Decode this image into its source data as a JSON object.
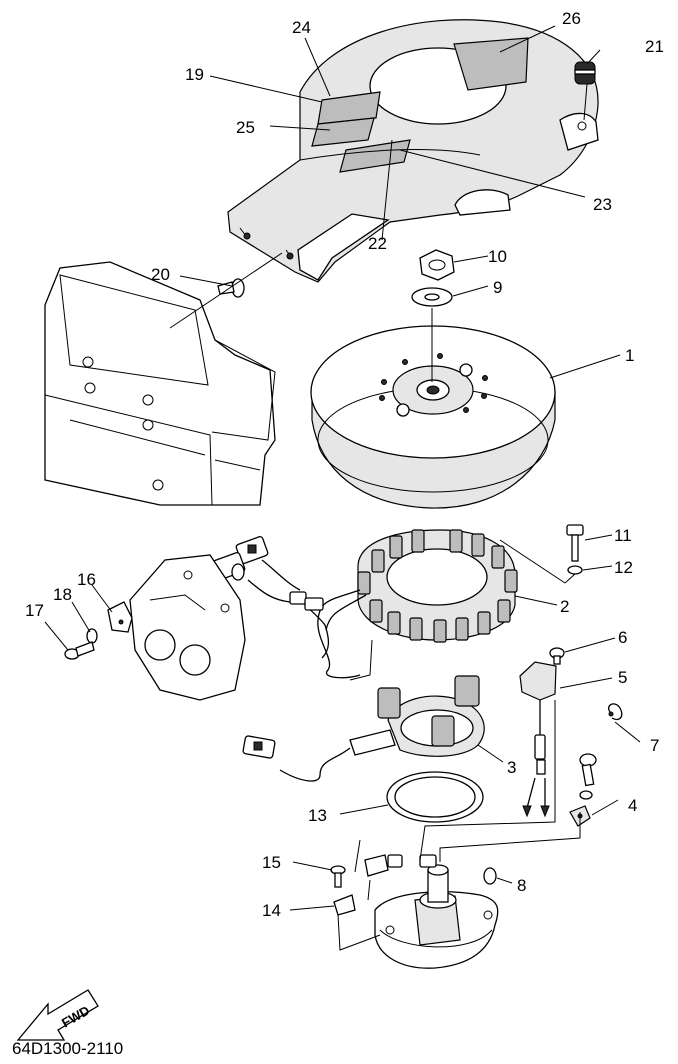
{
  "diagram_code": "64D1300-2110",
  "direction_label": "FWD",
  "part_numbers": [
    "1",
    "2",
    "3",
    "4",
    "5",
    "6",
    "7",
    "8",
    "9",
    "10",
    "11",
    "12",
    "13",
    "14",
    "15",
    "16",
    "17",
    "18",
    "19",
    "20",
    "21",
    "22",
    "23",
    "24",
    "25",
    "26"
  ]
}
